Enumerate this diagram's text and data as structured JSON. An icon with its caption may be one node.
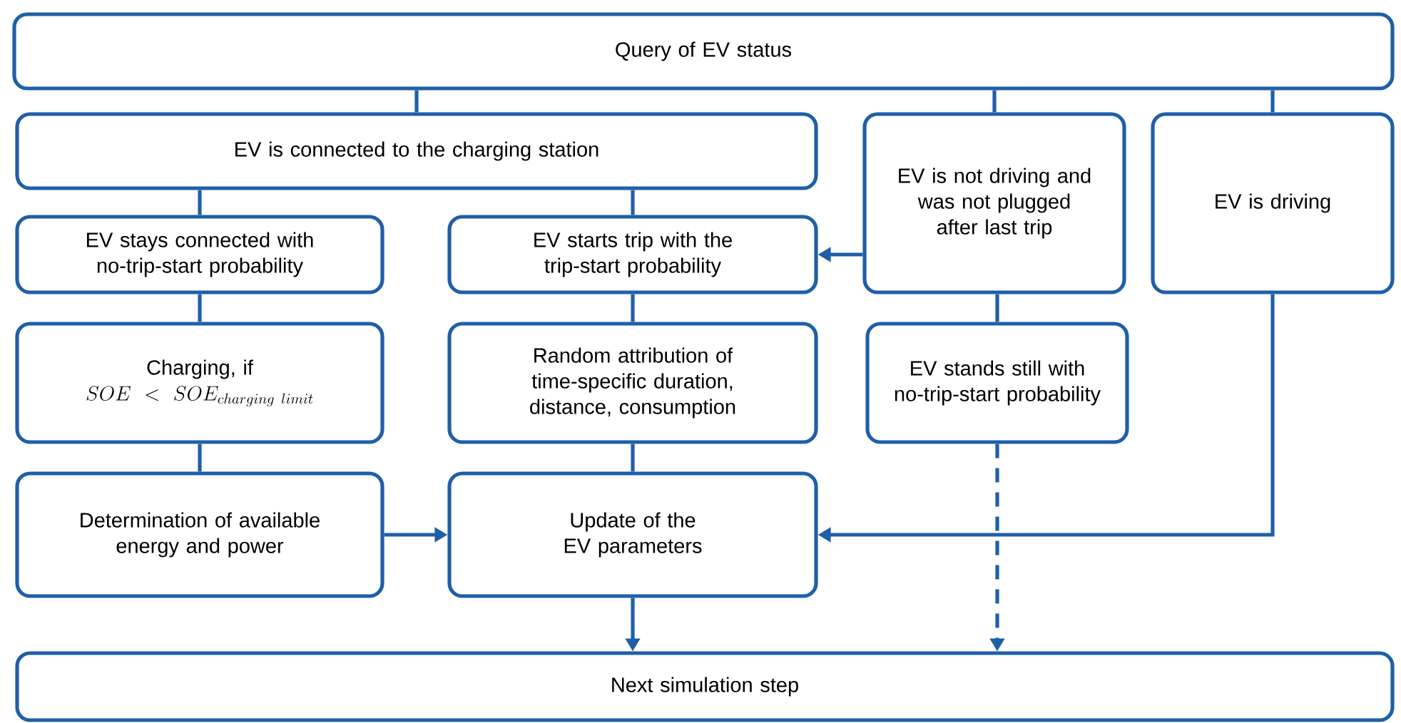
{
  "diagram": {
    "nodes": [
      {
        "text": [
          "Query of EV status"
        ]
      },
      {
        "text": [
          "EV is connected to the charging station"
        ]
      },
      {
        "text": [
          "EV is not driving and was not plugged after last trip"
        ]
      },
      {
        "text": [
          "EV is driving"
        ]
      },
      {
        "text": [
          "EV stays connected with no-trip-start probability"
        ]
      },
      {
        "text": [
          "EV starts trip with the trip-start probability"
        ]
      },
      {
        "text": [
          "Charging, if",
          "SOE < SOE_{charging\\ limit}"
        ]
      },
      {
        "text": [
          "Random attribution of time-specific duration, distance, consumption"
        ]
      },
      {
        "text": [
          "EV stands still with no-trip-start probability"
        ]
      },
      {
        "text": [
          "Determination of available energy and power"
        ]
      },
      {
        "text": [
          "Update of the EV parameters"
        ]
      },
      {
        "text": [
          "Next simulation step"
        ]
      }
    ],
    "edges": [
      {
        "from": 0,
        "to": 1,
        "arrow": "none"
      },
      {
        "from": 0,
        "to": 2,
        "arrow": "none"
      },
      {
        "from": 0,
        "to": 3,
        "arrow": "none"
      },
      {
        "from": 1,
        "to": 4,
        "arrow": "none"
      },
      {
        "from": 1,
        "to": 5,
        "arrow": "none"
      },
      {
        "from": 2,
        "to": 5,
        "arrow": "to"
      },
      {
        "from": 2,
        "to": 8,
        "arrow": "none"
      },
      {
        "from": 4,
        "to": 6,
        "arrow": "none"
      },
      {
        "from": 6,
        "to": 9,
        "arrow": "none"
      },
      {
        "from": 5,
        "to": 7,
        "arrow": "none"
      },
      {
        "from": 7,
        "to": 10,
        "arrow": "none"
      },
      {
        "from": 9,
        "to": 10,
        "arrow": "to"
      },
      {
        "from": 3,
        "to": 10,
        "arrow": "to"
      },
      {
        "from": 10,
        "to": 11,
        "arrow": "to"
      },
      {
        "from": 8,
        "to": 11,
        "arrow": "to",
        "style": "dashed"
      }
    ]
  }
}
